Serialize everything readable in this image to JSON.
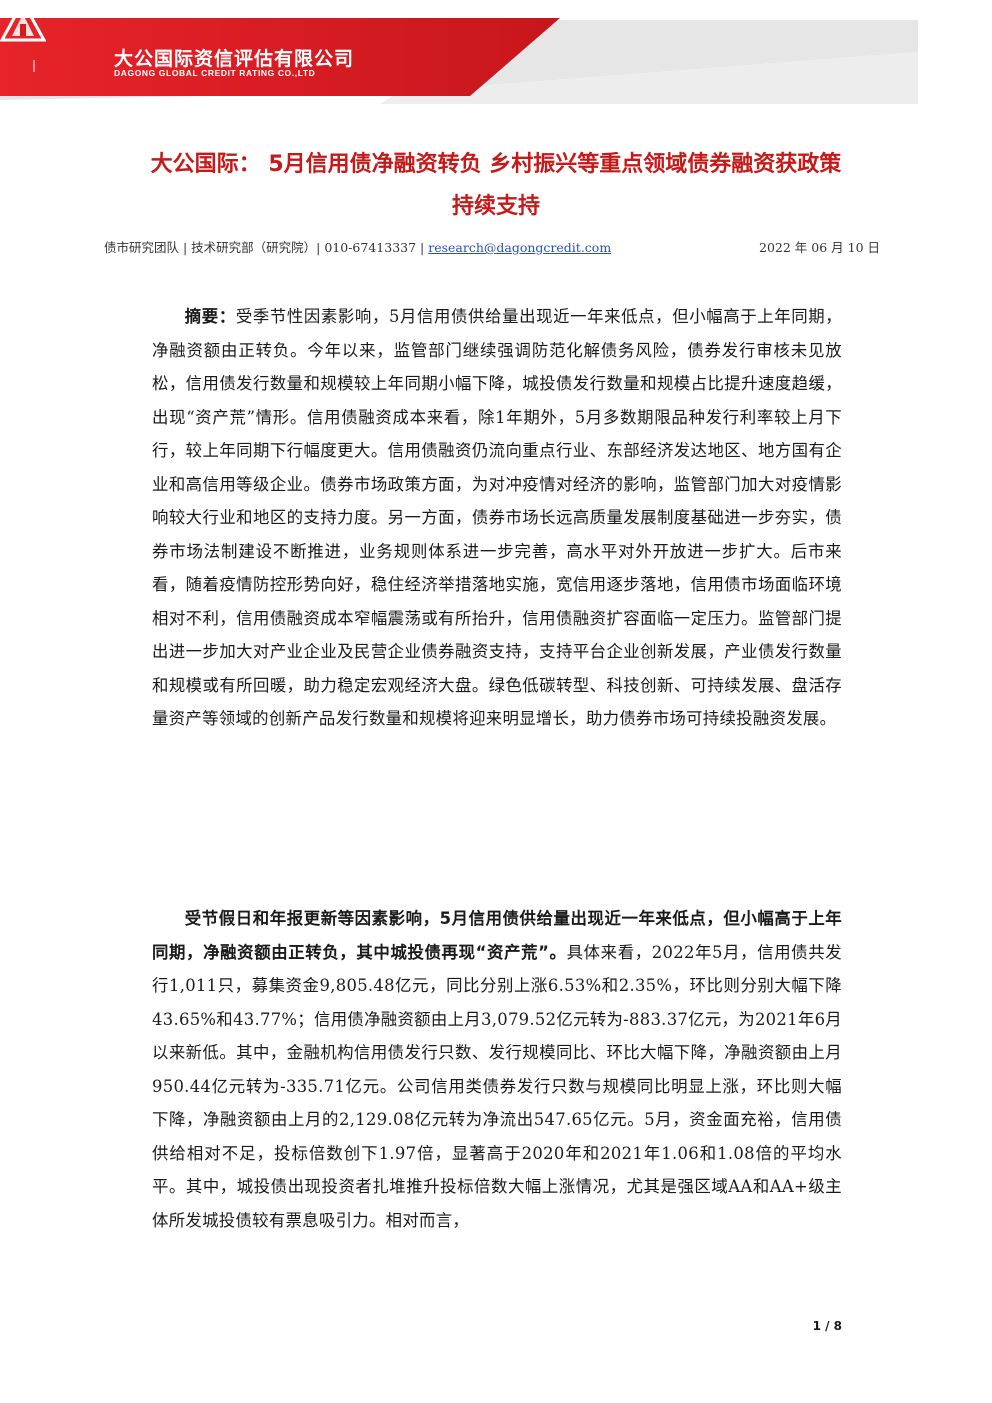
{
  "header": {
    "brand_cn": "大公国际资信评估有限公司",
    "brand_en": "DAGONG GLOBAL CREDIT RATING CO.,LTD",
    "brand_color": "#d41c1c"
  },
  "title": {
    "line1": "大公国际： 5月信用债净融资转负 乡村振兴等重点领域债券融资获政策",
    "line2": "持续支持"
  },
  "meta": {
    "team": "债市研究团队 | 技术研究部（研究院）| 010-67413337 |",
    "email": "research@dagongcredit.com",
    "date": "2022 年 06 月 10 日"
  },
  "abstract": {
    "label": "摘要：",
    "text": "受季节性因素影响，5月信用债供给量出现近一年来低点，但小幅高于上年同期，净融资额由正转负。今年以来，监管部门继续强调防范化解债务风险，债券发行审核未见放松，信用债发行数量和规模较上年同期小幅下降，城投债发行数量和规模占比提升速度趋缓，出现“资产荒”情形。信用债融资成本来看，除1年期外，5月多数期限品种发行利率较上月下行，较上年同期下行幅度更大。信用债融资仍流向重点行业、东部经济发达地区、地方国有企业和高信用等级企业。债券市场政策方面，为对冲疫情对经济的影响，监管部门加大对疫情影响较大行业和地区的支持力度。另一方面，债券市场长远高质量发展制度基础进一步夯实，债券市场法制建设不断推进，业务规则体系进一步完善，高水平对外开放进一步扩大。后市来看，随着疫情防控形势向好，稳住经济举措落地实施，宽信用逐步落地，信用债市场面临环境相对不利，信用债融资成本窄幅震荡或有所抬升，信用债融资扩容面临一定压力。监管部门提出进一步加大对产业企业及民营企业债券融资支持，支持平台企业创新发展，产业债发行数量和规模或有所回暖，助力稳定宏观经济大盘。绿色低碳转型、科技创新、可持续发展、盘活存量资产等领域的创新产品发行数量和规模将迎来明显增长，助力债券市场可持续投融资发展。"
  },
  "body": {
    "lead_bold": "受节假日和年报更新等因素影响，5月信用债供给量出现近一年来低点，但小幅高于上年同期，净融资额由正转负，其中城投债再现“资产荒”。",
    "text": "具体来看，2022年5月，信用债共发行1,011只，募集资金9,805.48亿元，同比分别上涨6.53%和2.35%，环比则分别大幅下降43.65%和43.77%；信用债净融资额由上月3,079.52亿元转为-883.37亿元，为2021年6月以来新低。其中，金融机构信用债发行只数、发行规模同比、环比大幅下降，净融资额由上月950.44亿元转为-335.71亿元。公司信用类债券发行只数与规模同比明显上涨，环比则大幅下降，净融资额由上月的2,129.08亿元转为净流出547.65亿元。5月，资金面充裕，信用债供给相对不足，投标倍数创下1.97倍，显著高于2020年和2021年1.06和1.08倍的平均水平。其中，城投债出现投资者扎堆推升投标倍数大幅上涨情况，尤其是强区域AA和AA+级主体所发城投债较有票息吸引力。相对而言，"
  },
  "footer": {
    "page": "1 / 8"
  }
}
